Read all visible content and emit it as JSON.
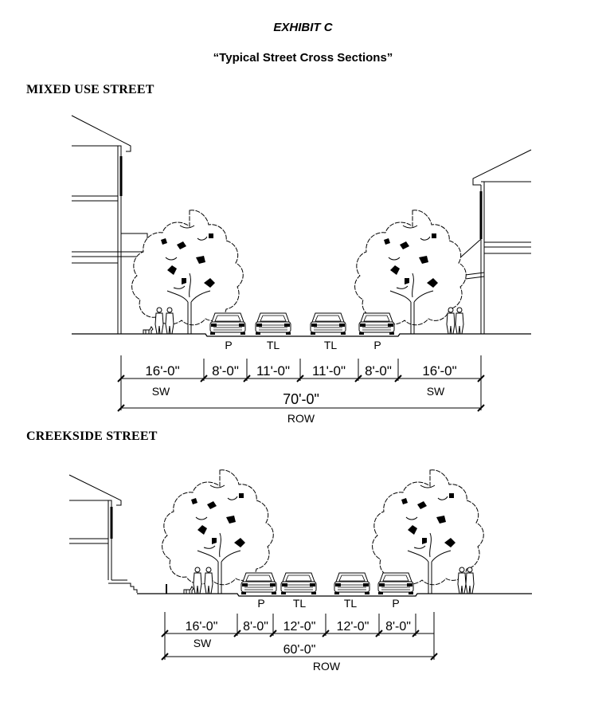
{
  "header": {
    "exhibit": "EXHIBIT C",
    "subtitle": "“Typical Street Cross Sections”"
  },
  "sections": [
    {
      "title": "MIXED USE STREET",
      "lane_codes": [
        "P",
        "TL",
        "TL",
        "P"
      ],
      "segments": [
        "16'-0\"",
        "8'-0\"",
        "11'-0\"",
        "11'-0\"",
        "8'-0\"",
        "16'-0\""
      ],
      "side_label_left": "SW",
      "side_label_right": "SW",
      "total": "70'-0\"",
      "total_label": "ROW"
    },
    {
      "title": "CREEKSIDE STREET",
      "lane_codes": [
        "P",
        "TL",
        "TL",
        "P"
      ],
      "segments": [
        "16'-0\"",
        "8'-0\"",
        "12'-0\"",
        "12'-0\"",
        "8'-0\""
      ],
      "side_label_left": "SW",
      "total": "60'-0\"",
      "total_label": "ROW"
    }
  ]
}
